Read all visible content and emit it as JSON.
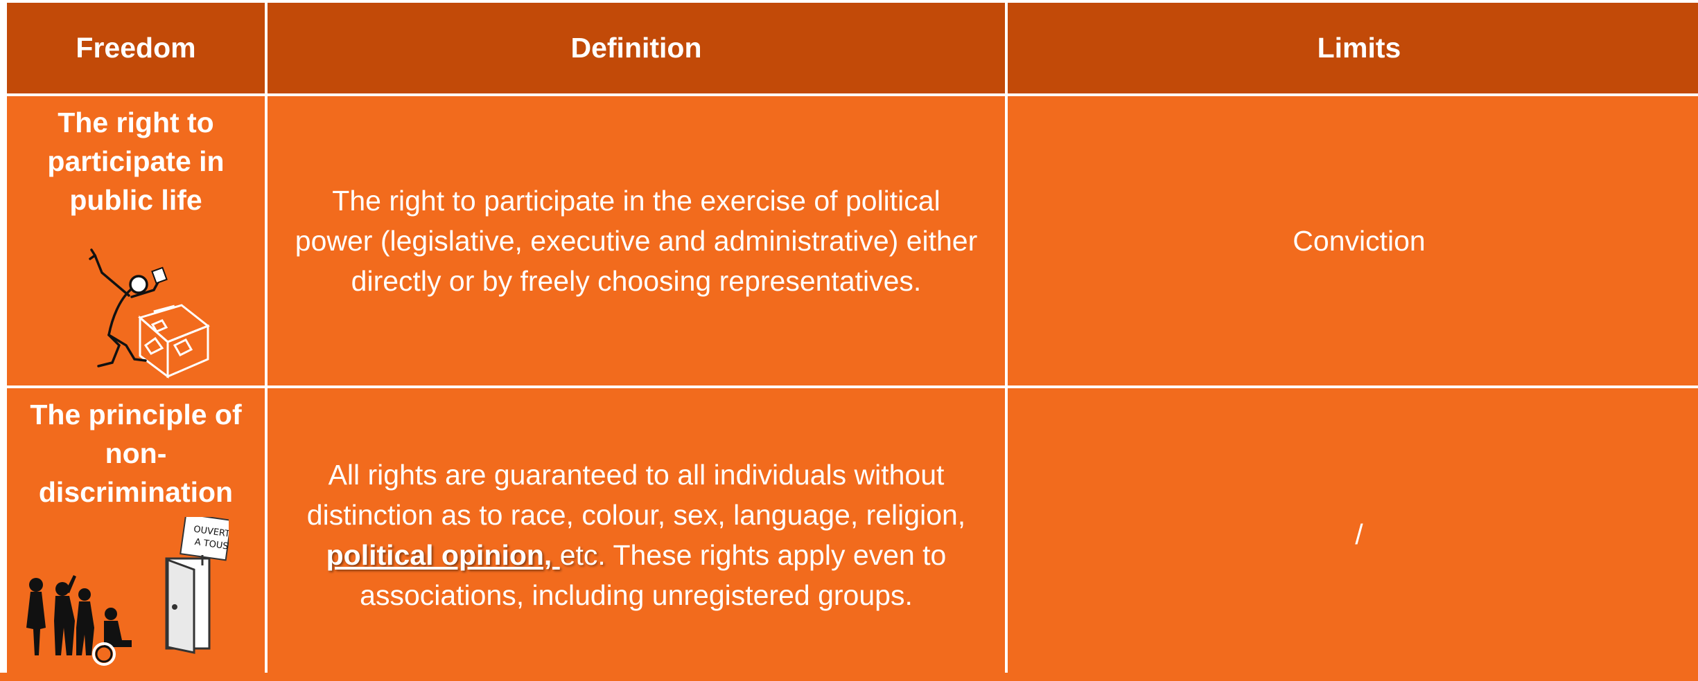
{
  "table": {
    "headers": [
      "Freedom",
      "Definition",
      "Limits"
    ],
    "rows": [
      {
        "freedom": "The right to participate in public life",
        "definition": "The right to participate in the exercise of political power (legislative, executive and administrative) either directly or by freely choosing representatives.",
        "limits": "Conviction",
        "illustration_icon": "voting-stick-figure-icon"
      },
      {
        "freedom": "The principle of non-discrimination",
        "definition_before": "All rights are guaranteed to all individuals without distinction as to race, colour, sex, language, religion, ",
        "definition_emphasis": "political opinion, ",
        "definition_etc": "etc.",
        "definition_after": " These rights apply even to associations, including unregistered groups.",
        "limits": "/",
        "illustration_icon": "open-door-people-icon",
        "sign_text": "OUVERT A TOUS"
      }
    ]
  },
  "colors": {
    "header_bg": "#c24a08",
    "cell_bg": "#f26b1d",
    "grid_lines": "#ffffff",
    "text": "#ffffff"
  }
}
